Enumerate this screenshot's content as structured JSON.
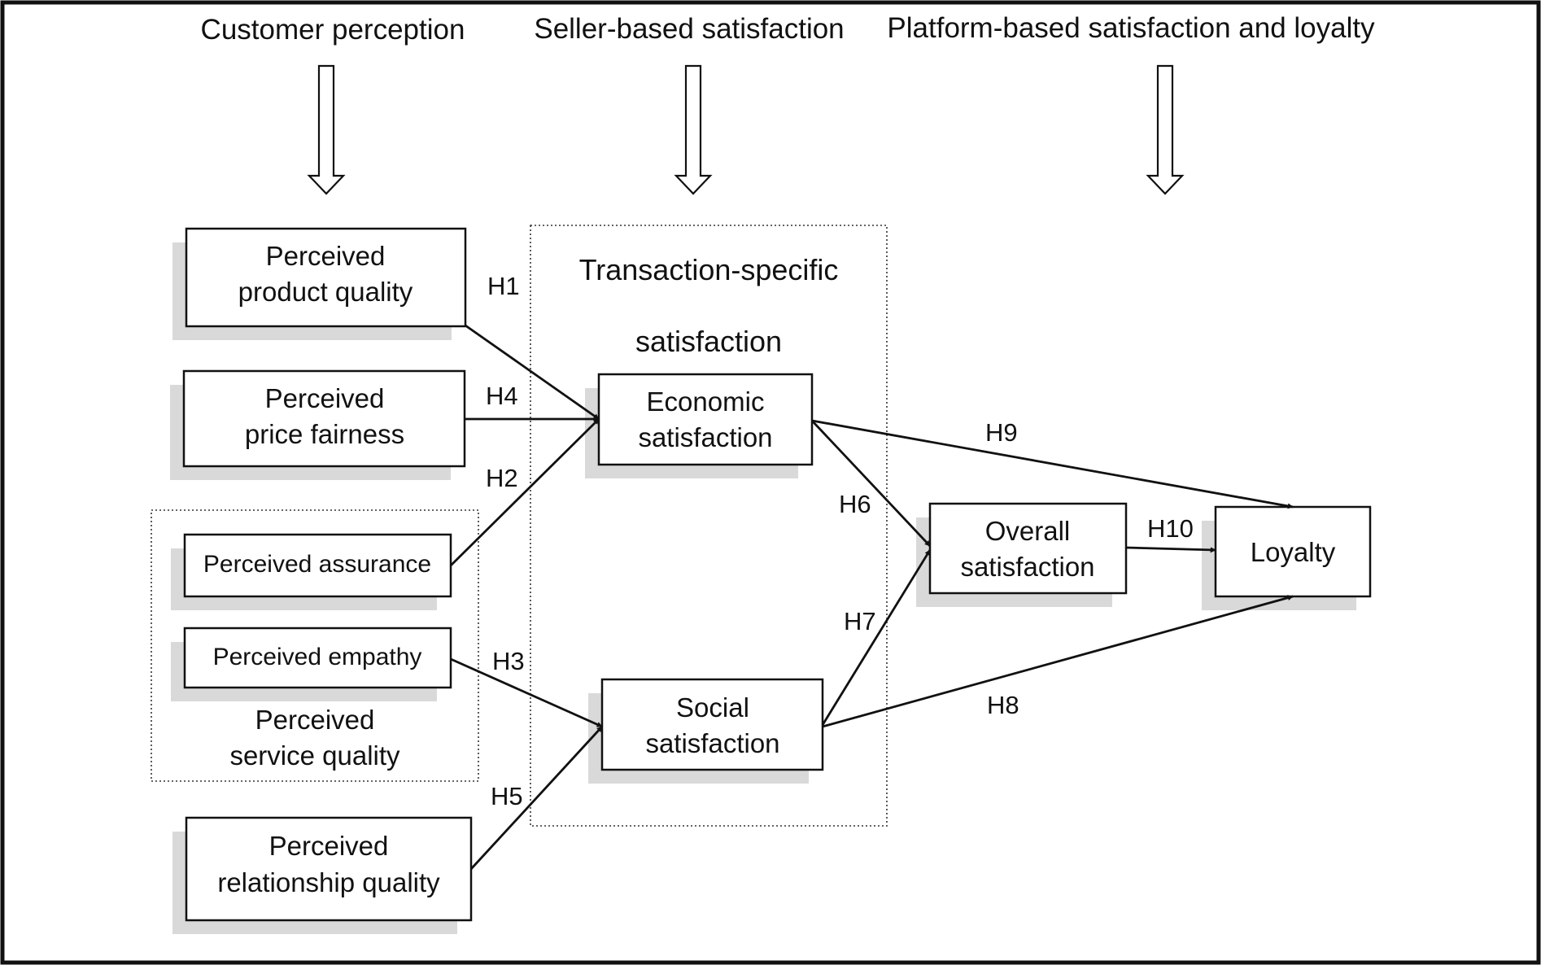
{
  "headers": {
    "customer": "Customer perception",
    "seller": "Seller-based satisfaction",
    "platform": "Platform-based satisfaction and loyalty"
  },
  "group": {
    "transaction_line1": "Transaction-specific",
    "transaction_line2": "satisfaction",
    "service_line1": "Perceived",
    "service_line2": "service quality"
  },
  "constructs": {
    "product_quality": [
      "Perceived",
      "product quality"
    ],
    "price_fairness": [
      "Perceived",
      "price fairness"
    ],
    "assurance": [
      "Perceived assurance"
    ],
    "empathy": [
      "Perceived empathy"
    ],
    "relationship_quality": [
      "Perceived",
      "relationship quality"
    ],
    "economic": [
      "Economic",
      "satisfaction"
    ],
    "social": [
      "Social",
      "satisfaction"
    ],
    "overall": [
      "Overall",
      "satisfaction"
    ],
    "loyalty": [
      "Loyalty"
    ]
  },
  "hypotheses": {
    "h1": "H1",
    "h2": "H2",
    "h3": "H3",
    "h4": "H4",
    "h5": "H5",
    "h6": "H6",
    "h7": "H7",
    "h8": "H8",
    "h9": "H9",
    "h10": "H10"
  }
}
